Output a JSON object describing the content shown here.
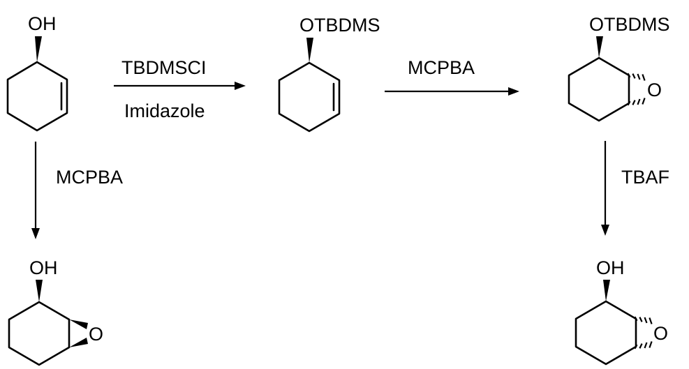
{
  "molecules": {
    "m1": {
      "substituent": "OH"
    },
    "m2": {
      "substituent": "OTBDMS"
    },
    "m3": {
      "substituent": "OTBDMS",
      "ring_atom": "O"
    },
    "m4": {
      "substituent": "OH",
      "ring_atom": "O"
    },
    "m5": {
      "substituent": "OH",
      "ring_atom": "O"
    }
  },
  "reactions": {
    "r1": {
      "reagent": "TBDMSCI",
      "conditions": "Imidazole"
    },
    "r2": {
      "reagent": "MCPBA"
    },
    "r3": {
      "reagent": "MCPBA"
    },
    "r4": {
      "reagent": "TBAF"
    }
  },
  "colors": {
    "ink": "#000000",
    "background": "#ffffff"
  }
}
